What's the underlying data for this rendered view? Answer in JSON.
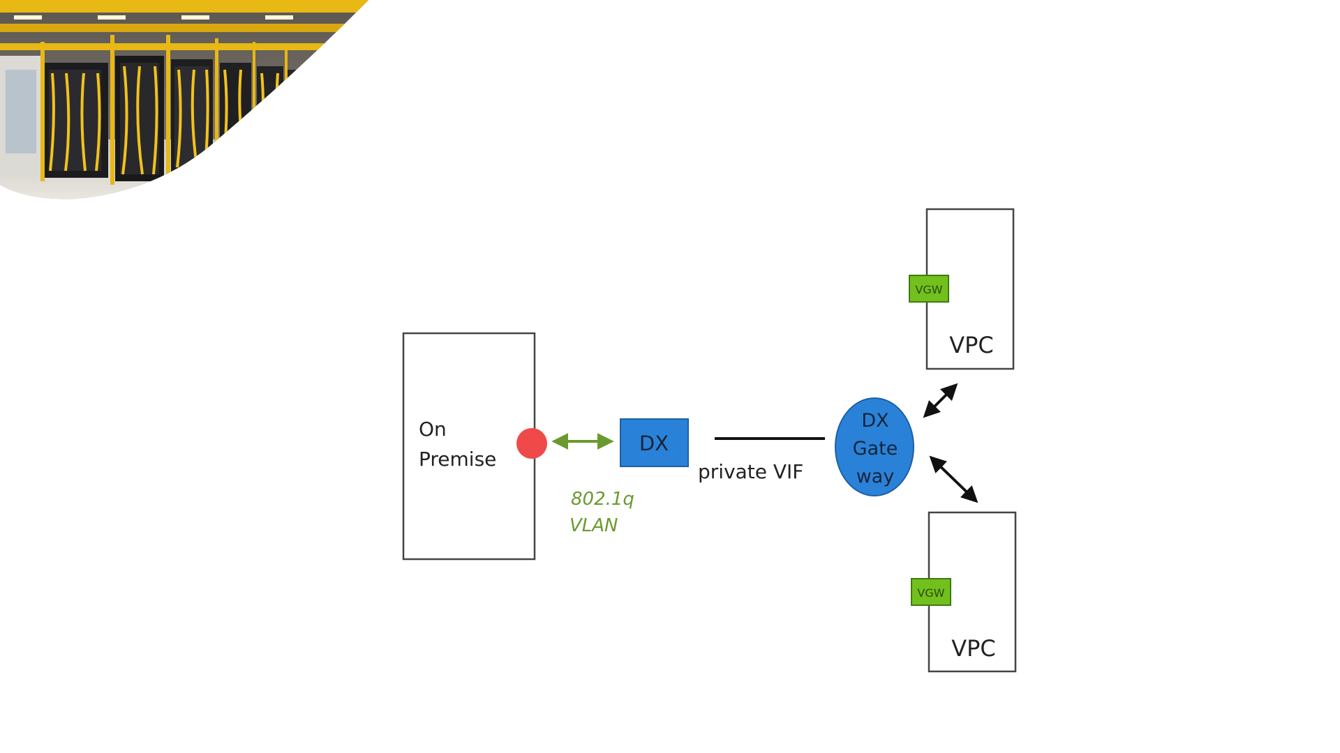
{
  "decor": {
    "photo_subject": "data-center-server-racks",
    "rack_color": "#e8b815"
  },
  "diagram": {
    "on_premise": {
      "line1": "On",
      "line2": "Premise"
    },
    "dx": {
      "label": "DX",
      "color": "#2a82d8"
    },
    "vlan": {
      "line1": "802.1q",
      "line2": "VLAN",
      "color": "#6a9a2e"
    },
    "private_vif": "private VIF",
    "dx_gateway": {
      "line1": "DX",
      "line2": "Gate",
      "line3": "way",
      "color": "#2a82d8"
    },
    "vpcs": [
      {
        "label": "VPC",
        "vgw": "VGW"
      },
      {
        "label": "VPC",
        "vgw": "VGW"
      }
    ],
    "colors": {
      "port": "#f0494a",
      "vgw": "#72c01e",
      "arrow_green": "#6a9a2e",
      "arrow_black": "#111111"
    }
  }
}
